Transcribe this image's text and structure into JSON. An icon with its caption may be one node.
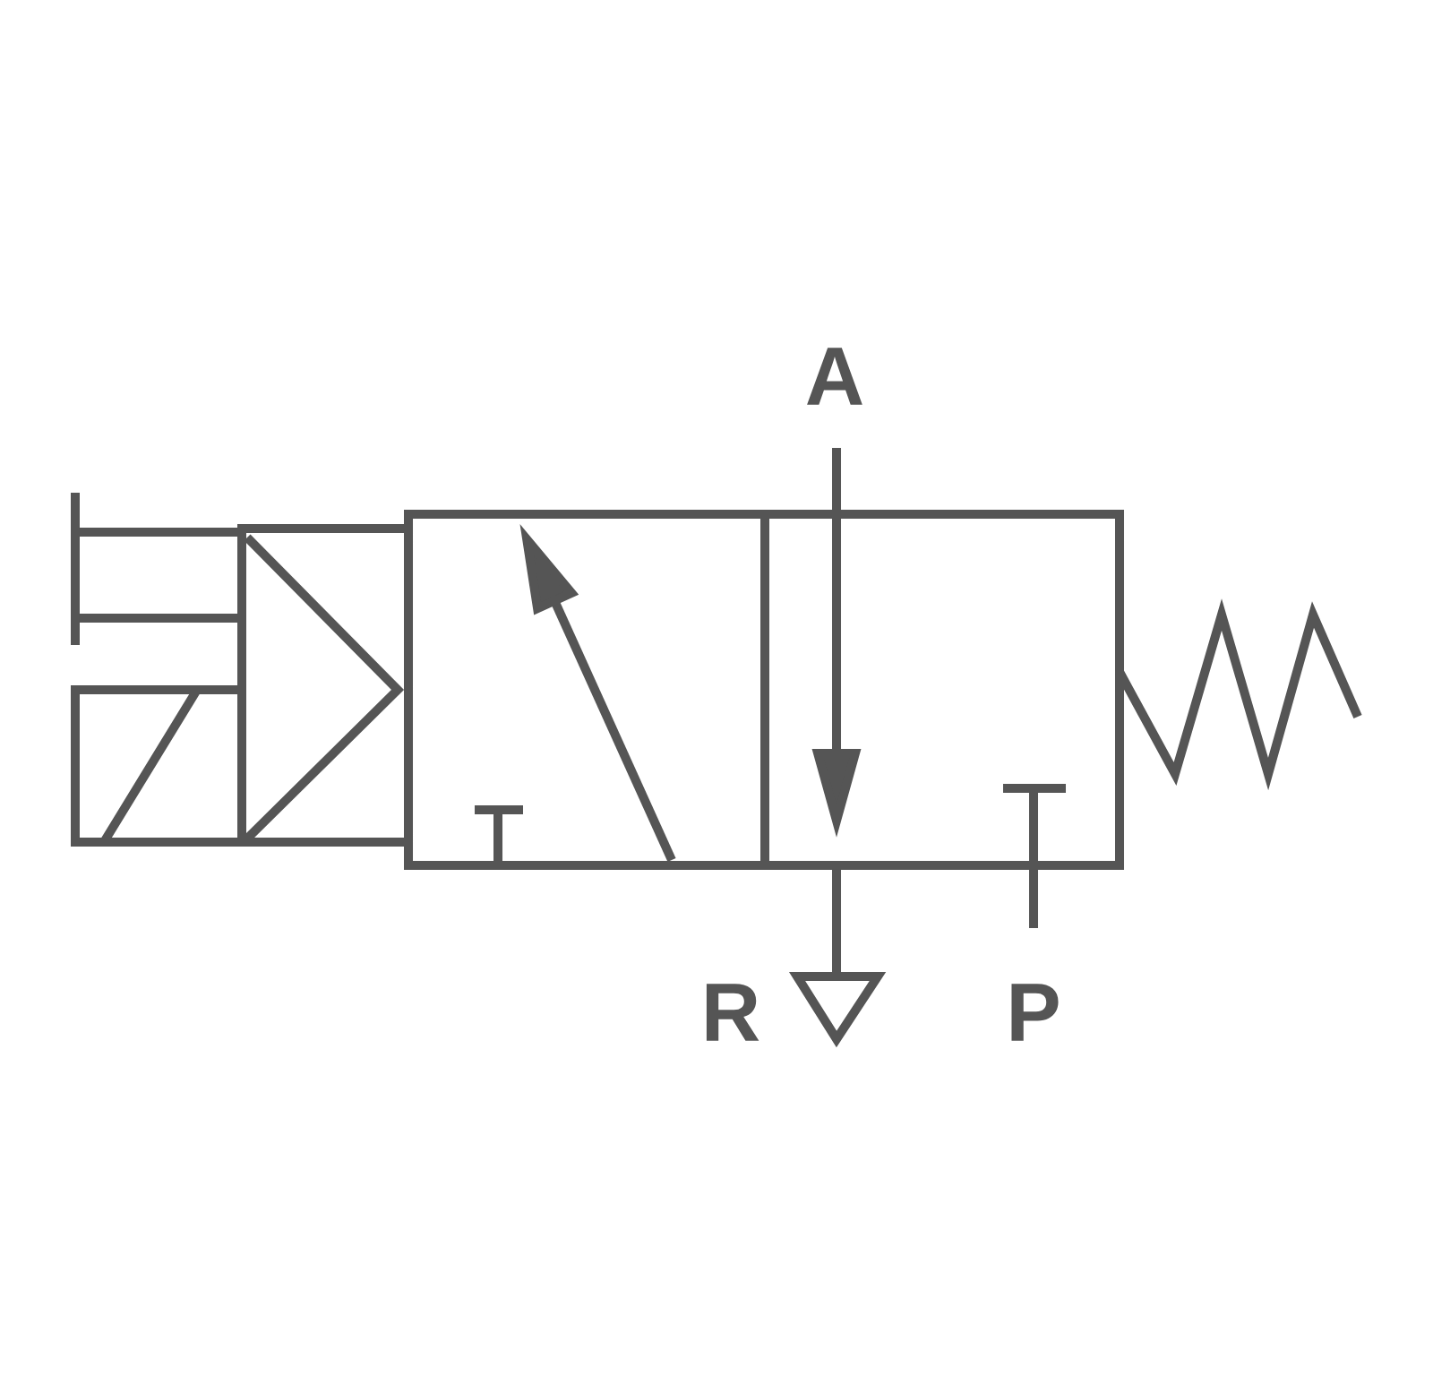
{
  "diagram": {
    "labels": [
      "A",
      "R",
      "P"
    ]
  }
}
